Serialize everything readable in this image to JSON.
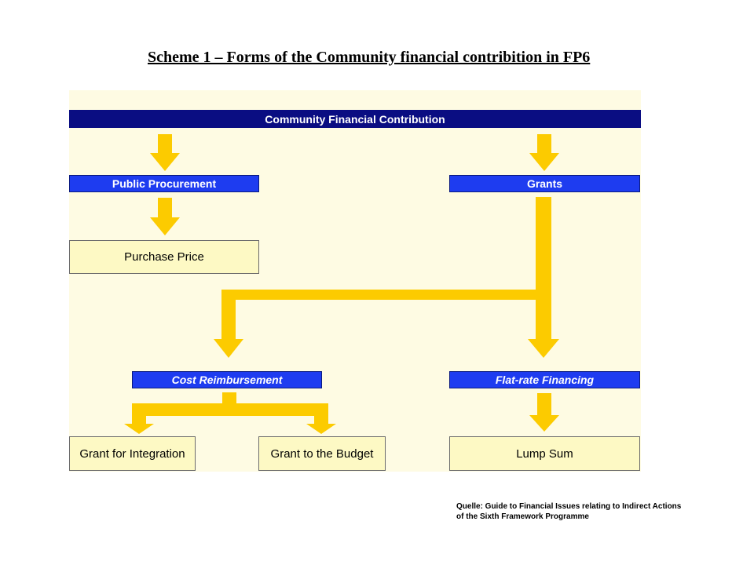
{
  "title": "Scheme 1 – Forms of the Community financial contribition in FP6",
  "nodes": {
    "root": "Community Financial Contribution",
    "public_procurement": "Public Procurement",
    "grants": "Grants",
    "purchase_price": "Purchase Price",
    "cost_reimbursement": "Cost Reimbursement",
    "flat_rate_financing": "Flat-rate Financing",
    "grant_for_integration": "Grant for Integration",
    "grant_to_budget": "Grant to the Budget",
    "lump_sum": "Lump Sum"
  },
  "source": {
    "line1": "Quelle: Guide to Financial Issues relating to Indirect Actions",
    "line2": "of the Sixth Framework Programme"
  },
  "colors": {
    "header": "#0a0d82",
    "blue_box": "#1e3cf0",
    "leaf_box": "#fdf9c4",
    "arrow": "#fccb00",
    "panel": "#fefbe3"
  }
}
